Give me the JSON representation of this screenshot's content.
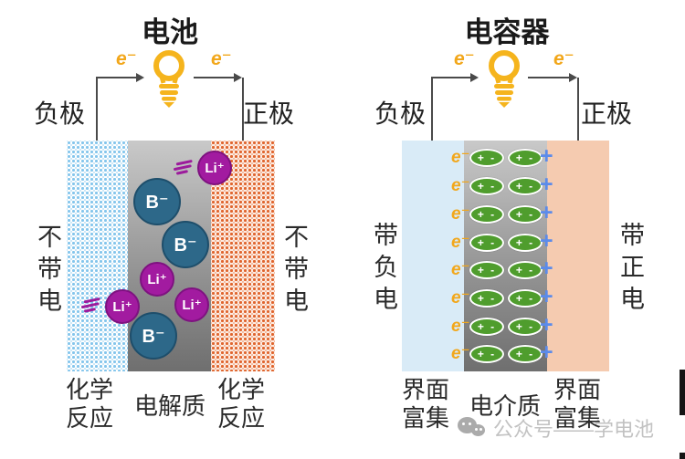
{
  "battery": {
    "title": "电池",
    "electron_left": "e⁻",
    "electron_right": "e⁻",
    "negative_label": "负极",
    "positive_label": "正极",
    "left_plate_vertical_label": "不带电",
    "right_plate_vertical_label": "不带电",
    "ions": [
      {
        "label": "Li⁺"
      },
      {
        "label": "B⁻"
      },
      {
        "label": "B⁻"
      },
      {
        "label": "Li⁺"
      },
      {
        "label": "Li⁺"
      },
      {
        "label": "Li⁺"
      },
      {
        "label": "B⁻"
      }
    ],
    "bottom_left_label": [
      "化学",
      "反应"
    ],
    "bottom_middle_label": "电解质",
    "bottom_right_label": [
      "化学",
      "反应"
    ]
  },
  "capacitor": {
    "title": "电容器",
    "electron_left": "e⁻",
    "electron_right": "e⁻",
    "negative_label": "负极",
    "positive_label": "正极",
    "left_plate_vertical_label": "带负电",
    "right_plate_vertical_label": "带正电",
    "row_electron": "e⁻",
    "dipole_label": "+ -",
    "row_plus": "+",
    "dipole_row_count": 8,
    "bottom_left_label": [
      "界面",
      "富集"
    ],
    "bottom_middle_label": "电介质",
    "bottom_right_label": [
      "界面",
      "富集"
    ]
  },
  "watermark": {
    "icon": "wechat-icon",
    "text": "公众号——学电池"
  },
  "colors": {
    "bulb_yellow": "#F5B41D",
    "electron_amber": "#F2A71B",
    "wire_gray": "#4A4A4A",
    "anode_pattern_blue": "#85C6EC",
    "cathode_pattern_orange": "#E0662F",
    "electrolyte_gray_top": "#C9C9C9",
    "electrolyte_gray_bottom": "#6F6F6F",
    "li_ion_purple": "#A21BA0",
    "b_ion_teal": "#2D6889",
    "cap_negative_plate_blue": "#D9EBF7",
    "cap_positive_plate_pink": "#F5CBB0",
    "dipole_green": "#4F9D2D",
    "plus_blue": "#5B8BEA",
    "watermark_gray": "#C2C2C2"
  }
}
